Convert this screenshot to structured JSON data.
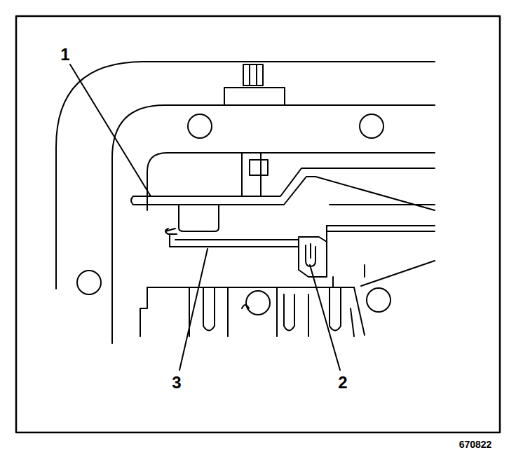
{
  "diagram": {
    "labels": [
      "1",
      "2",
      "3",
      "670822"
    ]
  }
}
